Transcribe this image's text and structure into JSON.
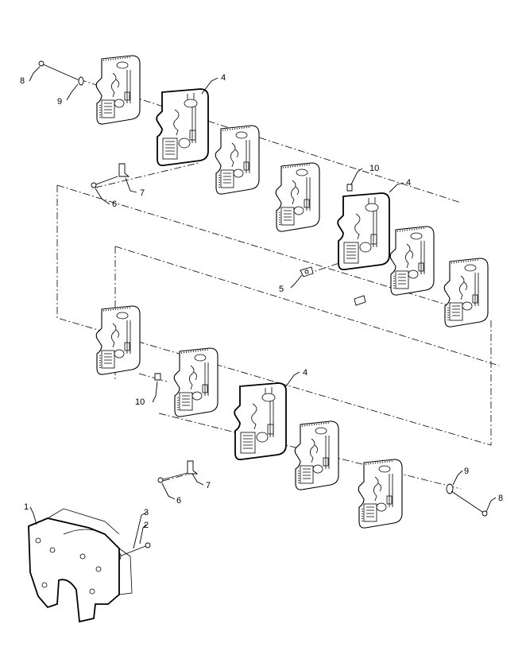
{
  "diagram": {
    "callouts": [
      {
        "id": "c8a",
        "label": "8"
      },
      {
        "id": "c9a",
        "label": "9"
      },
      {
        "id": "c4a",
        "label": "4"
      },
      {
        "id": "c6a",
        "label": "6"
      },
      {
        "id": "c7a",
        "label": "7"
      },
      {
        "id": "c10a",
        "label": "10"
      },
      {
        "id": "c4b",
        "label": "4"
      },
      {
        "id": "c5",
        "label": "5"
      },
      {
        "id": "c4c",
        "label": "4"
      },
      {
        "id": "c10b",
        "label": "10"
      },
      {
        "id": "c6b",
        "label": "6"
      },
      {
        "id": "c7b",
        "label": "7"
      },
      {
        "id": "c9b",
        "label": "9"
      },
      {
        "id": "c8b",
        "label": "8"
      },
      {
        "id": "c1",
        "label": "1"
      },
      {
        "id": "c3",
        "label": "3"
      },
      {
        "id": "c2",
        "label": "2"
      }
    ]
  }
}
